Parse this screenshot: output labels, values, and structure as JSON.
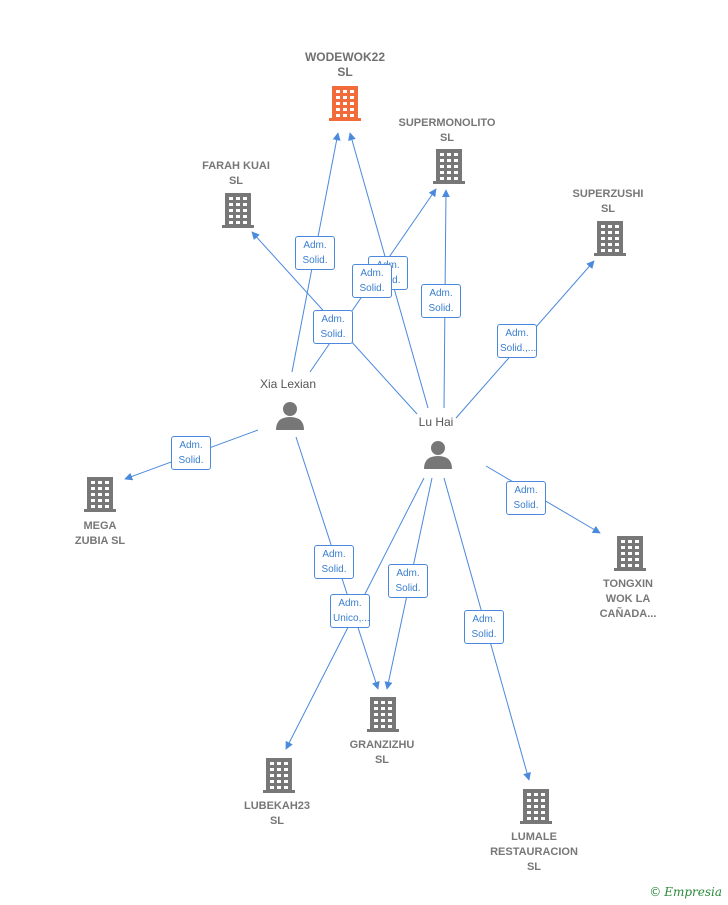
{
  "colors": {
    "edge": "#4a89dc",
    "company": "#777777",
    "highlight": "#f26b3a",
    "person": "#777777"
  },
  "companies": [
    {
      "id": "wodewok22",
      "label": "WODEWOK22\nSL",
      "highlight": true,
      "icon": "building-icon"
    },
    {
      "id": "supermonolito",
      "label": "SUPERMONOLITO\nSL",
      "icon": "building-icon"
    },
    {
      "id": "farah",
      "label": "FARAH KUAI\nSL",
      "icon": "building-icon"
    },
    {
      "id": "superzushi",
      "label": "SUPERZUSHI\nSL",
      "icon": "building-icon"
    },
    {
      "id": "mega",
      "label": "MEGA\nZUBIA  SL",
      "icon": "building-icon"
    },
    {
      "id": "tongxin",
      "label": "TONGXIN\nWOK LA\nCAÑADA...",
      "icon": "building-icon"
    },
    {
      "id": "granzizhu",
      "label": "GRANZIZHU\nSL",
      "icon": "building-icon"
    },
    {
      "id": "lubekah",
      "label": "LUBEKAH23\nSL",
      "icon": "building-icon"
    },
    {
      "id": "lumale",
      "label": "LUMALE\nRESTAURACION\nSL",
      "icon": "building-icon"
    }
  ],
  "persons": [
    {
      "id": "xia",
      "label": "Xia Lexian",
      "icon": "person-icon"
    },
    {
      "id": "luhai",
      "label": "Lu Hai",
      "icon": "person-icon"
    }
  ],
  "edges": [
    {
      "from": "xia",
      "to": "wodewok22",
      "label": "Adm.\nSolid."
    },
    {
      "from": "luhai",
      "to": "wodewok22",
      "label": "Adm.\nSolid."
    },
    {
      "from": "xia",
      "to": "supermonolito",
      "label": "Adm.\nSolid."
    },
    {
      "from": "luhai",
      "to": "supermonolito",
      "label": "Adm.\nSolid."
    },
    {
      "from": "luhai",
      "to": "farah",
      "label": "Adm.\nSolid."
    },
    {
      "from": "luhai",
      "to": "superzushi",
      "label": "Adm.\nSolid.,..."
    },
    {
      "from": "xia",
      "to": "mega",
      "label": "Adm.\nSolid."
    },
    {
      "from": "luhai",
      "to": "tongxin",
      "label": "Adm.\nSolid."
    },
    {
      "from": "xia",
      "to": "granzizhu",
      "label": "Adm.\nSolid."
    },
    {
      "from": "luhai",
      "to": "granzizhu",
      "label": "Adm.\nSolid."
    },
    {
      "from": "luhai",
      "to": "lubekah",
      "label": "Adm.\nUnico,..."
    },
    {
      "from": "luhai",
      "to": "lumale",
      "label": "Adm.\nSolid."
    }
  ],
  "brand": {
    "copyright": "©",
    "name": "Empresia"
  }
}
